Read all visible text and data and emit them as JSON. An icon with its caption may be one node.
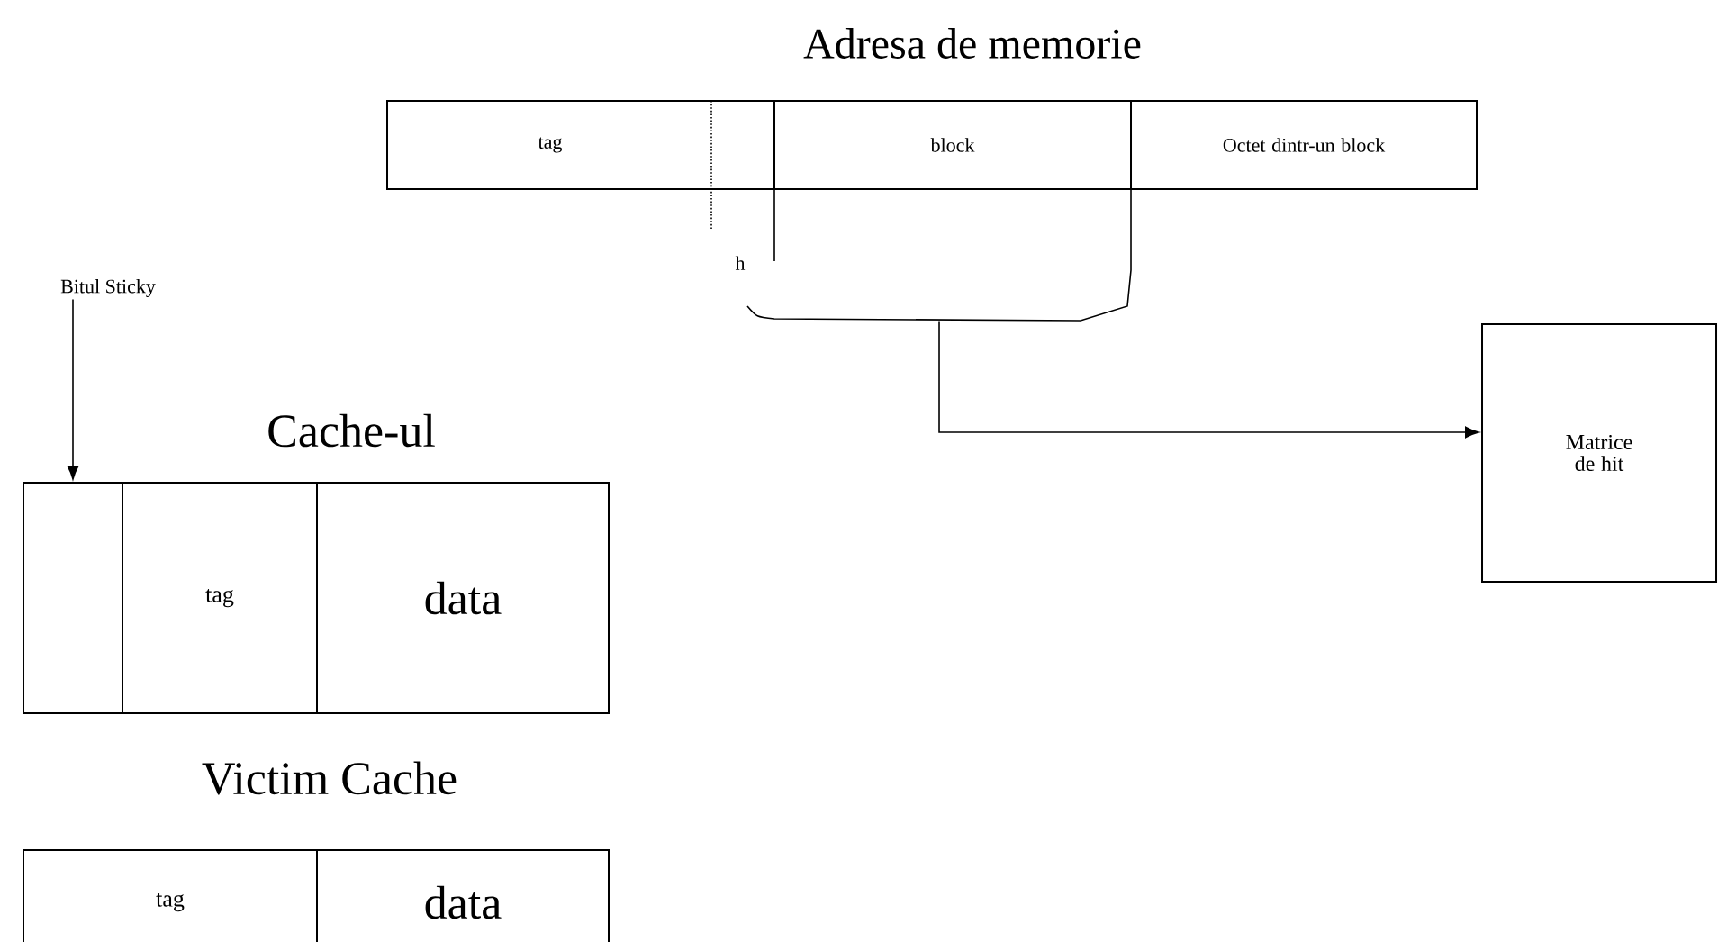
{
  "diagram": {
    "nodes": [
      {
        "text": [
          "Adresa de memorie"
        ]
      },
      {
        "text": [
          "tag"
        ],
        "in": 0
      },
      {
        "text": [
          "block"
        ],
        "in": 0
      },
      {
        "text": [
          "Octet dintr-un block"
        ],
        "in": 0
      },
      {
        "text": [
          "Matrice de hit"
        ]
      },
      {
        "text": [
          "Cache-ul"
        ]
      },
      {
        "text": [],
        "shape": "box",
        "in": 5
      },
      {
        "text": [
          "tag"
        ],
        "in": 5
      },
      {
        "text": [
          "data"
        ],
        "in": 5
      },
      {
        "text": [
          "Victim Cache"
        ]
      },
      {
        "text": [
          "tag"
        ],
        "in": 9
      },
      {
        "text": [
          "data"
        ],
        "in": 9
      },
      {
        "text": [
          "Bitul Sticky"
        ]
      },
      {
        "text": [],
        "shape": "brace"
      }
    ],
    "edges": [
      {
        "from": 13,
        "to": 4,
        "arrow": "to"
      },
      {
        "from": 12,
        "to": 6,
        "arrow": "to"
      }
    ],
    "labels": [
      "h"
    ]
  }
}
